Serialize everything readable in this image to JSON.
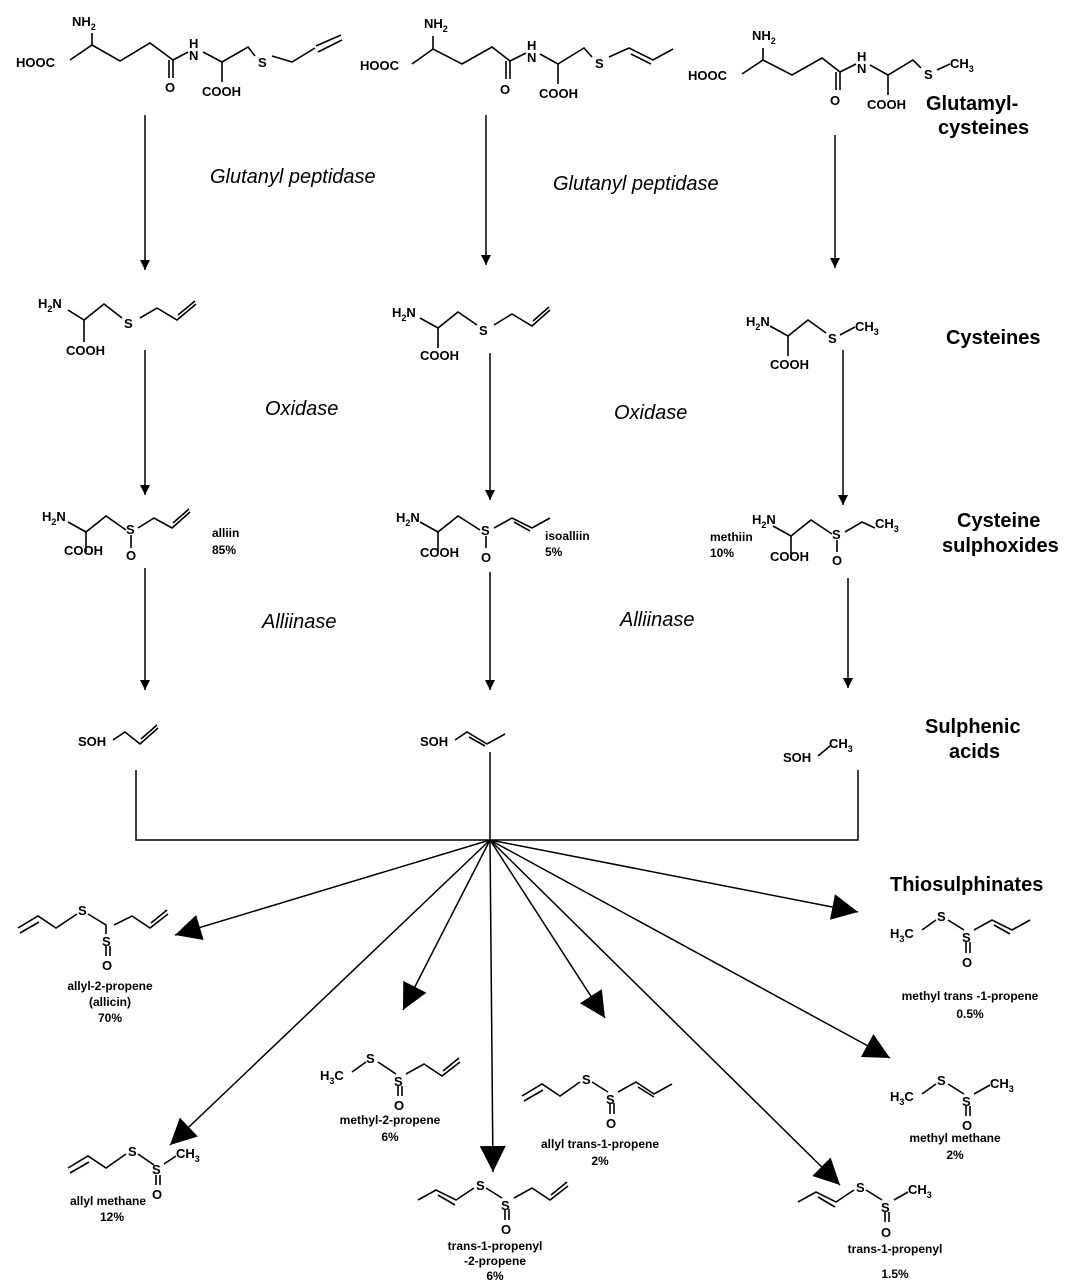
{
  "stages": {
    "glutamyl_1": "Glutamyl-",
    "glutamyl_2": "cysteines",
    "cysteines": "Cysteines",
    "sulphoxides_1": "Cysteine",
    "sulphoxides_2": "sulphoxides",
    "sulphenic_1": "Sulphenic",
    "sulphenic_2": "acids",
    "thiosulphinates": "Thiosulphinates"
  },
  "enzymes": {
    "peptidase_left": "Glutanyl peptidase",
    "peptidase_right": "Glutanyl peptidase",
    "oxidase_left": "Oxidase",
    "oxidase_right": "Oxidase",
    "alliinase_left": "Alliinase",
    "alliinase_right": "Alliinase"
  },
  "atoms": {
    "nh2": "NH",
    "h2n": "H",
    "n_sub": "N",
    "two": "2",
    "hooc": "HOOC",
    "cooh": "COOH",
    "cooh_ho": "COOH O",
    "h": "H",
    "n": "N",
    "o": "O",
    "s": "S",
    "soh": "SOH",
    "ch": "CH",
    "three": "3",
    "h3": "H",
    "c": "C"
  },
  "sulphoxides": {
    "alliin_name": "alliin",
    "alliin_pct": "85%",
    "isoalliin_name": "isoalliin",
    "isoalliin_pct": "5%",
    "methiin_name": "methiin",
    "methiin_pct": "10%"
  },
  "products": [
    {
      "name": "allyl-2-propene",
      "name2": "(allicin)",
      "percent": "70%"
    },
    {
      "name": "allyl methane",
      "name2": "",
      "percent": "12%"
    },
    {
      "name": "methyl-2-propene",
      "name2": "",
      "percent": "6%"
    },
    {
      "name": "trans-1-propenyl",
      "name2": "-2-propene",
      "percent": "6%"
    },
    {
      "name": "allyl trans-1-propene",
      "name2": "",
      "percent": "2%"
    },
    {
      "name": "methyl trans -1-propene",
      "name2": "",
      "percent": "0.5%"
    },
    {
      "name": "methyl methane",
      "name2": "",
      "percent": "2%"
    },
    {
      "name": "trans-1-propenyl",
      "name2": "",
      "percent": "1.5%"
    }
  ]
}
